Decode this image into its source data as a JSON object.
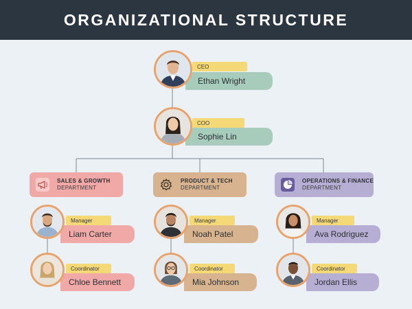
{
  "header": {
    "title": "ORGANIZATIONAL STRUCTURE"
  },
  "colors": {
    "header_bg": "#2c3640",
    "role_tag": "#f5d977",
    "avatar_ring": "#e8a26b",
    "executive": "#a8ccbc",
    "sales": "#f0a9a7",
    "product": "#d7b48f",
    "operations": "#b7aed3"
  },
  "executives": [
    {
      "role": "CEO",
      "name": "Ethan Wright"
    },
    {
      "role": "COO",
      "name": "Sophie Lin"
    }
  ],
  "departments": [
    {
      "line1": "SALES & GROWTH",
      "line2": "DEPARTMENT",
      "icon": "megaphone-icon",
      "manager": {
        "role": "Manager",
        "name": "Liam Carter"
      },
      "coordinator": {
        "role": "Coordinator",
        "name": "Chloe Bennett"
      }
    },
    {
      "line1": "PRODUCT & TECH",
      "line2": "DEPARTMENT",
      "icon": "gear-icon",
      "manager": {
        "role": "Manager",
        "name": "Noah Patel"
      },
      "coordinator": {
        "role": "Coordinator",
        "name": "Mia Johnson"
      }
    },
    {
      "line1": "OPERATIONS & FINANCE",
      "line2": "DEPARTMENT",
      "icon": "pie-chart-icon",
      "manager": {
        "role": "Manager",
        "name": "Ava Rodriguez"
      },
      "coordinator": {
        "role": "Coordinator",
        "name": "Jordan Ellis"
      }
    }
  ]
}
